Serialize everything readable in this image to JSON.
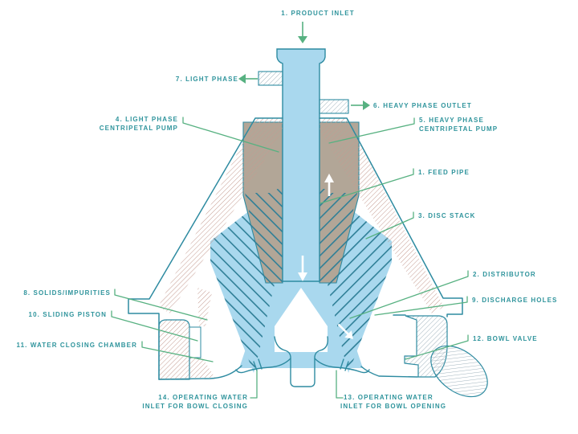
{
  "diagram": {
    "title_type": "disc-stack-separator-cross-section",
    "colors": {
      "background": "#ffffff",
      "liquid_blue": "#a9d8ee",
      "pump_tan": "#b2a697",
      "outline_teal": "#2e8ba1",
      "disc_stripe_teal": "#2f7f97",
      "leader_green": "#57b181",
      "label_teal": "#2f949c",
      "hatch_warm": "#c49b90",
      "hatch_cool": "#9fb2bc"
    },
    "labels": {
      "product_inlet": "1. PRODUCT INLET",
      "light_phase": "7. LIGHT PHASE",
      "heavy_phase_outlet": "6. HEAVY PHASE OUTLET",
      "light_pump_line1": "4. LIGHT PHASE",
      "light_pump_line2": "CENTRIPETAL PUMP",
      "heavy_pump_line1": "5. HEAVY PHASE",
      "heavy_pump_line2": "CENTRIPETAL PUMP",
      "feed_pipe": "1. FEED PIPE",
      "disc_stack": "3. DISC STACK",
      "distributor": "2. DISTRIBUTOR",
      "discharge_holes": "9. DISCHARGE HOLES",
      "solids_impurities": "8. SOLIDS/IMPURITIES",
      "sliding_piston": "10. SLIDING PISTON",
      "water_closing_chamber": "11. WATER CLOSING CHAMBER",
      "bowl_valve": "12. BOWL VALVE",
      "op_water_closing_line1": "14. OPERATING WATER",
      "op_water_closing_line2": "INLET FOR BOWL CLOSING",
      "op_water_opening_line1": "13. OPERATING WATER",
      "op_water_opening_line2": "INLET FOR BOWL OPENING"
    }
  }
}
